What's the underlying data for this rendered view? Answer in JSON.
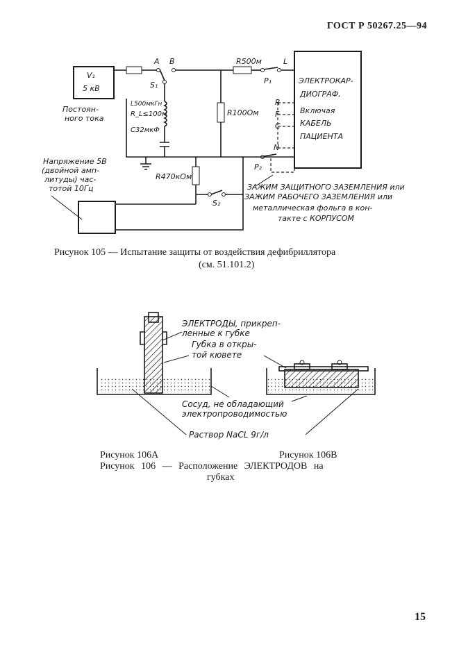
{
  "header": {
    "standard": "ГОСТ Р 50267.25—94"
  },
  "figure105": {
    "source_label": "V₁",
    "source_value": "5 кВ",
    "source_note_line1": "Постоян-",
    "source_note_line2": "ного тока",
    "node_a": "A",
    "node_b": "B",
    "switch_s1": "S₁",
    "inductance": "L500мкГн",
    "inductor_resistance": "R_L≤100м",
    "capacitor": "C32мкФ",
    "resistor_500": "R500м",
    "resistor_100": "R100Ом",
    "resistor_470": "R470кОм",
    "switch_p1": "P₁",
    "switch_p2": "P₂",
    "switch_s2": "S₂",
    "terminal_l": "L",
    "terminal_r": "R",
    "terminal_f": "F",
    "terminal_c": "C",
    "terminal_n": "N",
    "ecg_line1": "ЭЛЕКТРОКАР-",
    "ecg_line2": "ДИОГРАФ,",
    "ecg_line3": "Включая",
    "ecg_line4": "КАБЕЛЬ",
    "ecg_line5": "ПАЦИЕНТА",
    "gen_note_line1": "Напряжение 5В",
    "gen_note_line2": "(двойной амп-",
    "gen_note_line3": "литуды) час-",
    "gen_note_line4": "тотой 10Гц",
    "ground_note_line1": "ЗАЖИМ ЗАЩИТНОГО ЗАЗЕМЛЕНИЯ или",
    "ground_note_line2": "ЗАЖИМ РАБОЧЕГО ЗАЗЕМЛЕНИЯ или",
    "ground_note_line3": "металлическая фольга в кон-",
    "ground_note_line4": "такте с КОРПУСОМ",
    "caption_line1": "Рисунок 105 — Испытание защиты от воздействия дефибриллятора",
    "caption_line2": "(см. 51.101.2)"
  },
  "figure106": {
    "electrodes_line1": "ЭЛЕКТРОДЫ, прикреп-",
    "electrodes_line2": "ленные к губке",
    "sponge_line1": "Губка в откры-",
    "sponge_line2": "той кювете",
    "vessel_line1": "Сосуд, не обладающий",
    "vessel_line2": "электропроводимостью",
    "solution": "Раствор NaCL 9г/л",
    "caption_a": "Рисунок 106А",
    "caption_b": "Рисунок 106В",
    "caption_main": "Рисунок 106 — Расположение ЭЛЕКТРОДОВ на",
    "caption_main2": "губках"
  },
  "footer": {
    "page_number": "15"
  }
}
